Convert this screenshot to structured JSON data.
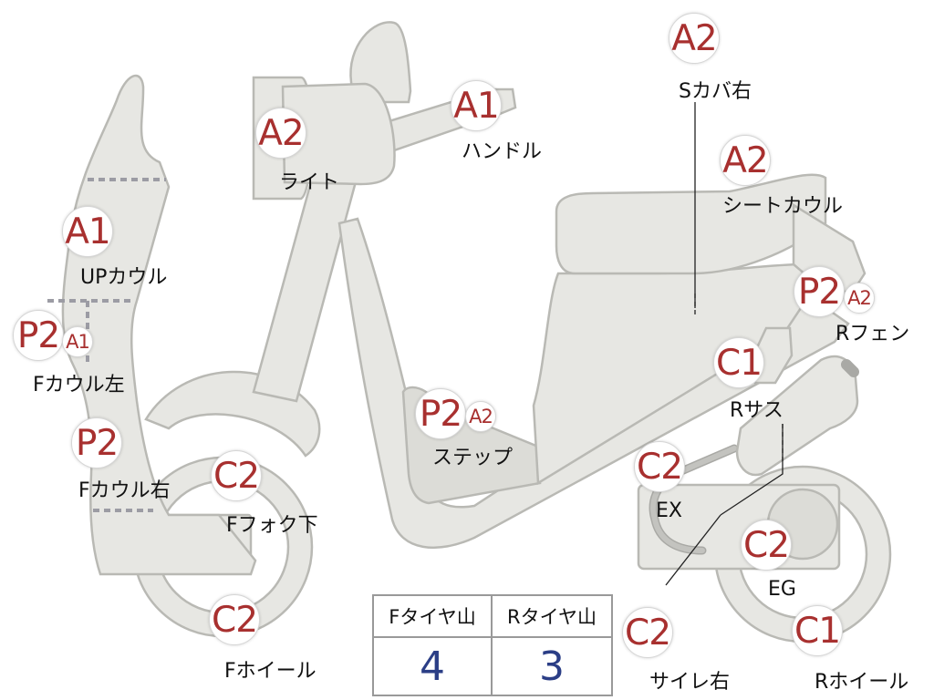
{
  "colors": {
    "grade_text": "#a8302f",
    "tread_value": "#2b3e86",
    "body_fill": "#e7e7e3",
    "body_outline": "#b9b9b4",
    "marker_dashed": "#9c9ca4"
  },
  "parts": [
    {
      "id": "s-cover-right",
      "label": "Sカバ右",
      "grades": [
        "A2"
      ]
    },
    {
      "id": "handle",
      "label": "ハンドル",
      "grades": [
        "A1"
      ]
    },
    {
      "id": "light",
      "label": "ライト",
      "grades": [
        "A2"
      ]
    },
    {
      "id": "seat-cowl",
      "label": "シートカウル",
      "grades": [
        "A2"
      ]
    },
    {
      "id": "up-cowl",
      "label": "UPカウル",
      "grades": [
        "A1"
      ]
    },
    {
      "id": "r-fender",
      "label": "Rフェン",
      "grades": [
        "P2",
        "A2"
      ]
    },
    {
      "id": "f-cowl-left",
      "label": "Fカウル左",
      "grades": [
        "P2",
        "A1"
      ]
    },
    {
      "id": "r-suspension",
      "label": "Rサス",
      "grades": [
        "C1"
      ]
    },
    {
      "id": "step",
      "label": "ステップ",
      "grades": [
        "P2",
        "A2"
      ]
    },
    {
      "id": "f-cowl-right",
      "label": "Fカウル右",
      "grades": [
        "P2"
      ]
    },
    {
      "id": "f-fork-lower",
      "label": "Fフォク下",
      "grades": [
        "C2"
      ]
    },
    {
      "id": "exhaust",
      "label": "EX",
      "grades": [
        "C2"
      ]
    },
    {
      "id": "engine",
      "label": "EG",
      "grades": [
        "C2"
      ]
    },
    {
      "id": "f-wheel",
      "label": "Fホイール",
      "grades": [
        "C2"
      ]
    },
    {
      "id": "muffler-right",
      "label": "サイレ右",
      "grades": [
        "C2"
      ]
    },
    {
      "id": "r-wheel",
      "label": "Rホイール",
      "grades": [
        "C1"
      ]
    }
  ],
  "tire_tread": {
    "headers": [
      "Fタイヤ山",
      "Rタイヤ山"
    ],
    "values": [
      "4",
      "3"
    ]
  }
}
